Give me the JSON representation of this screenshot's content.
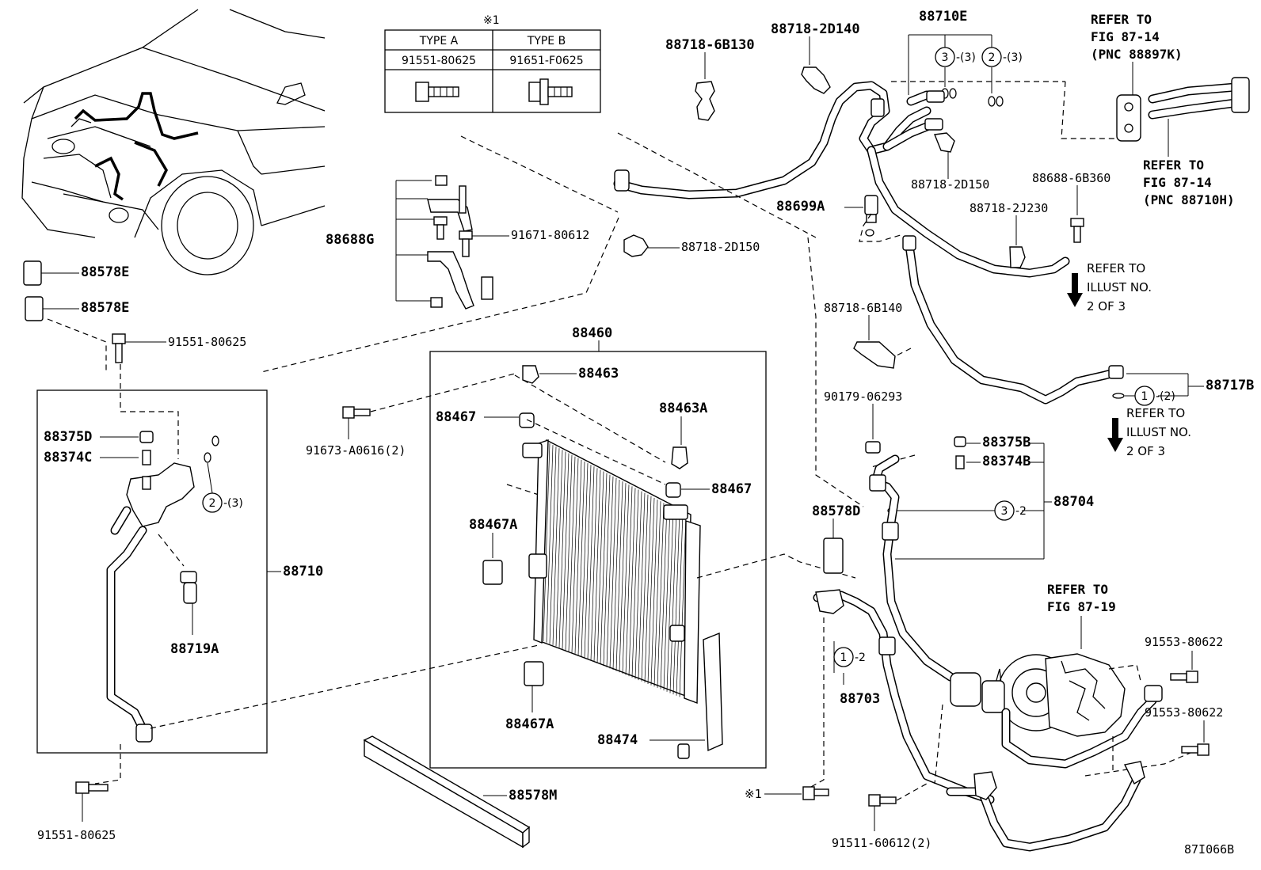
{
  "diagram_code": "87I066B",
  "footnote_mark": "※1",
  "type_table": {
    "mark": "※1",
    "col_a": "TYPE A",
    "col_b": "TYPE B",
    "part_a": "91551-80625",
    "part_b": "91651-F0625"
  },
  "labels": {
    "p88710E": "88710E",
    "p88718_6B130": "88718-6B130",
    "p88718_2D140": "88718-2D140",
    "p88688G": "88688G",
    "p91671_80612": "91671-80612",
    "p88718_2D150a": "88718-2D150",
    "p88718_2D150b": "88718-2D150",
    "p88699A": "88699A",
    "p88688_6B360": "88688-6B360",
    "p88718_2J230": "88718-2J230",
    "p88578E_1": "88578E",
    "p88578E_2": "88578E",
    "p91551_80625_top": "91551-80625",
    "p88460": "88460",
    "p88463": "88463",
    "p88463A": "88463A",
    "p88467_top": "88467",
    "p88467_right": "88467",
    "p88467A_left": "88467A",
    "p88467A_bottom": "88467A",
    "p88474": "88474",
    "p88578M": "88578M",
    "p91673": "91673-A0616(2)",
    "p88375D": "88375D",
    "p88374C": "88374C",
    "p88710": "88710",
    "p88719A": "88719A",
    "p91551_80625_bottom": "91551-80625",
    "p88718_6B140": "88718-6B140",
    "p88717B": "88717B",
    "p90179": "90179-06293",
    "p88375B": "88375B",
    "p88374B": "88374B",
    "p88704": "88704",
    "p88578D": "88578D",
    "p88703": "88703",
    "p91553_80622_a": "91553-80622",
    "p91553_80622_b": "91553-80622",
    "p91511": "91511-60612(2)",
    "footnote_label": "※1"
  },
  "circled": {
    "c3_top": {
      "num": "3",
      "qty": "-(3)"
    },
    "c2_top": {
      "num": "2",
      "qty": "-(3)"
    },
    "c2_left": {
      "num": "2",
      "qty": "-(3)"
    },
    "c1_right": {
      "num": "1",
      "qty": "-(2)"
    },
    "c3_mid": {
      "num": "3",
      "qty": "-2"
    },
    "c1_low": {
      "num": "1",
      "qty": "-2"
    }
  },
  "refs": {
    "ref_a": [
      "REFER TO",
      "FIG 87-14",
      "(PNC 88897K)"
    ],
    "ref_b": [
      "REFER TO",
      "FIG 87-14",
      "(PNC 88710H)"
    ],
    "ref_c": [
      "REFER TO",
      "ILLUST NO.",
      "2 OF 3"
    ],
    "ref_d": [
      "REFER TO",
      "ILLUST NO.",
      "2 OF 3"
    ],
    "ref_e": [
      "REFER TO",
      "FIG 87-19"
    ]
  }
}
